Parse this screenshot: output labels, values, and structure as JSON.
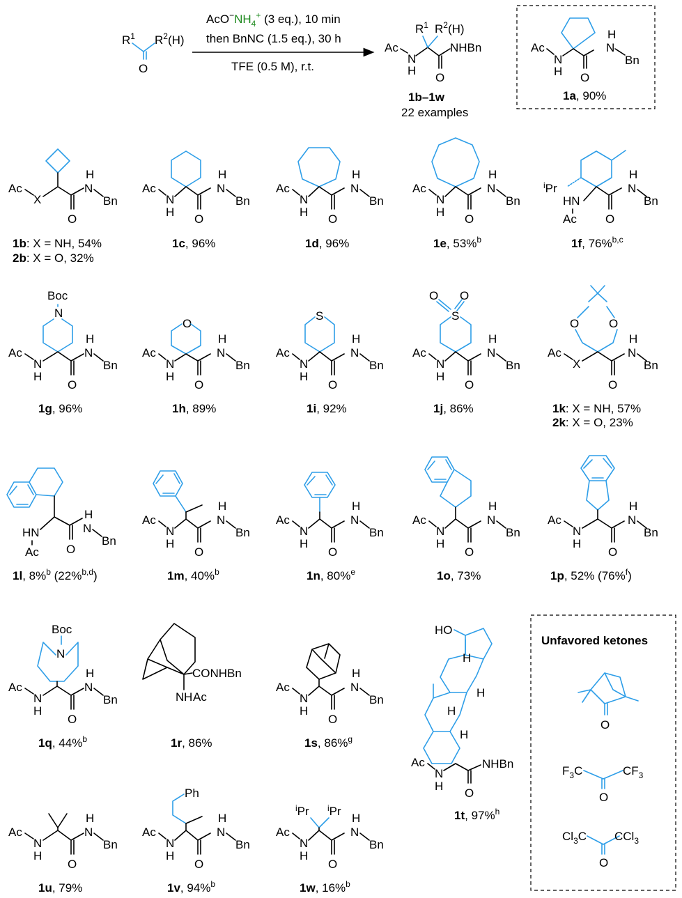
{
  "reaction": {
    "reagent_line1": [
      "AcO",
      "−",
      "NH",
      "4",
      "+",
      " (3 eq.), 10 min"
    ],
    "reagent_line2": "then BnNC (1.5 eq.), 30 h",
    "condition_line": "TFE (0.5 M), r.t.",
    "substrate_R1": "R",
    "substrate_R2": "R",
    "substrate_R2_suffix": "(H)",
    "product_range": "1b–1w",
    "product_count": "22 examples"
  },
  "atoms": {
    "Ac": "Ac",
    "N": "N",
    "H": "H",
    "O": "O",
    "S": "S",
    "X": "X",
    "NHBn": "NHBn",
    "Bn": "Bn",
    "Boc": "Boc",
    "HN": "HN",
    "HO": "HO",
    "Ph": "Ph",
    "iPr": "Pr",
    "i": "i",
    "CONHBn": "CONHBn",
    "NHAc": "NHAc",
    "F3C": "F3C",
    "CF3": "CF3",
    "Cl3C": "Cl3C",
    "CCl3": "CCl3",
    "one": "1",
    "two": "2"
  },
  "compounds": [
    {
      "id": "1a",
      "yield": ", 90%",
      "note": ""
    },
    {
      "id": "1b",
      "yield": ": X = NH, 54%",
      "note": ""
    },
    {
      "id": "2b",
      "yield": ": X = O, 32%",
      "note": ""
    },
    {
      "id": "1c",
      "yield": ", 96%",
      "note": ""
    },
    {
      "id": "1d",
      "yield": ", 96%",
      "note": ""
    },
    {
      "id": "1e",
      "yield": ", 53%",
      "note": "b"
    },
    {
      "id": "1f",
      "yield": ", 76%",
      "note": "b,c"
    },
    {
      "id": "1g",
      "yield": ", 96%",
      "note": ""
    },
    {
      "id": "1h",
      "yield": ", 89%",
      "note": ""
    },
    {
      "id": "1i",
      "yield": ", 92%",
      "note": ""
    },
    {
      "id": "1j",
      "yield": ", 86%",
      "note": ""
    },
    {
      "id": "1k",
      "yield": ": X = NH, 57%",
      "note": ""
    },
    {
      "id": "2k",
      "yield": ": X = O, 23%",
      "note": ""
    },
    {
      "id": "1l",
      "yield": ", 8%",
      "note": "b",
      "extra": " (22%",
      "extra_note": "b,d",
      "extra_close": ")"
    },
    {
      "id": "1m",
      "yield": ", 40%",
      "note": "b"
    },
    {
      "id": "1n",
      "yield": ", 80%",
      "note": "e"
    },
    {
      "id": "1o",
      "yield": ", 73%",
      "note": ""
    },
    {
      "id": "1p",
      "yield": ", 52% (76%",
      "note": "f",
      "extra_close": ")"
    },
    {
      "id": "1q",
      "yield": ", 44%",
      "note": "b"
    },
    {
      "id": "1r",
      "yield": ", 86%",
      "note": ""
    },
    {
      "id": "1s",
      "yield": ", 86%",
      "note": "g"
    },
    {
      "id": "1t",
      "yield": ", 97%",
      "note": "h"
    },
    {
      "id": "1u",
      "yield": ", 79%",
      "note": ""
    },
    {
      "id": "1v",
      "yield": ", 94%",
      "note": "b"
    },
    {
      "id": "1w",
      "yield": ", 16%",
      "note": "b"
    }
  ],
  "unfavored": {
    "title": "Unfavored ketones"
  },
  "colors": {
    "substrate": "#2e9ee8",
    "nitrogen": "#1f8a1f",
    "bond": "#000000"
  }
}
